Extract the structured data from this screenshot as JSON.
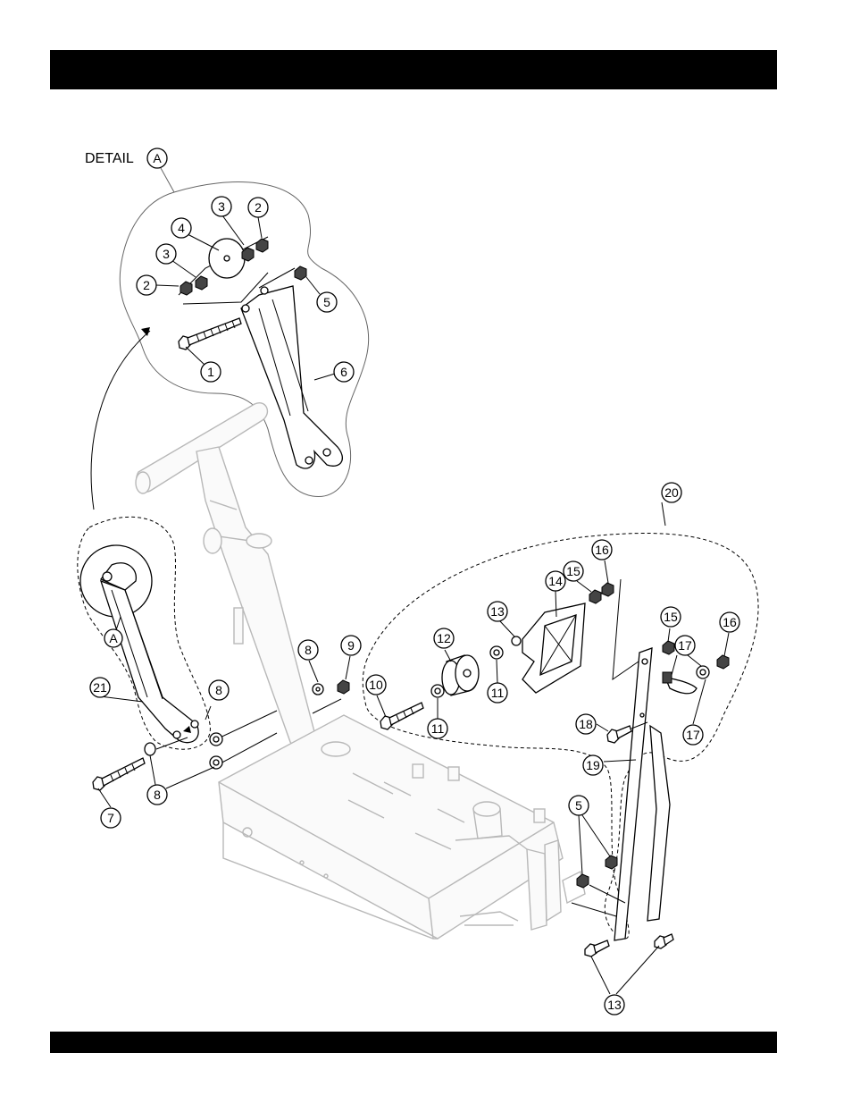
{
  "header": {
    "text": ""
  },
  "footer": {
    "text": ""
  },
  "detail": {
    "label": "DETAIL",
    "letter": "A",
    "ref_letter": "A"
  },
  "callouts": {
    "c1": "1",
    "c2a": "2",
    "c2b": "2",
    "c3a": "3",
    "c3b": "3",
    "c4": "4",
    "c5a": "5",
    "c5b": "5",
    "c6": "6",
    "c7": "7",
    "c8a": "8",
    "c8b": "8",
    "c8c": "8",
    "c9": "9",
    "c10": "10",
    "c11a": "11",
    "c11b": "11",
    "c12": "12",
    "c13a": "13",
    "c13b": "13",
    "c14": "14",
    "c15a": "15",
    "c15b": "15",
    "c16a": "16",
    "c16b": "16",
    "c17a": "17",
    "c17b": "17",
    "c18": "18",
    "c19": "19",
    "c20": "20",
    "c21": "21"
  }
}
